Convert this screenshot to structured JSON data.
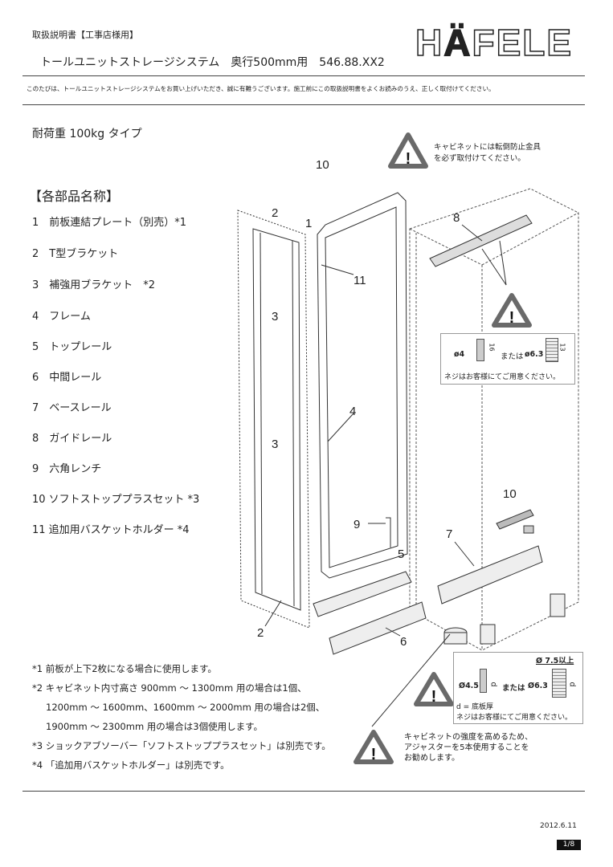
{
  "header": {
    "doc_type": "取扱説明書【工事店様用】",
    "title": "トールユニットストレージシステム　奥行500mm用　546.88.XX2",
    "logo_text": "HÄFELE",
    "intro": "このたびは、トールユニットストレージシステムをお買い上げいただき、誠に有難うございます。施工前にこの取扱説明書をよくお読みのうえ、正しく取付けてください。"
  },
  "load_type": "耐荷重 100kg タイプ",
  "parts_heading": "【各部品名称】",
  "parts": [
    "1　前板連結プレート（別売）*1",
    "2　T型ブラケット",
    "3　補強用ブラケット　*2",
    "4　フレーム",
    "5　トップレール",
    "6　中間レール",
    "7　ベースレール",
    "8　ガイドレール",
    "9　六角レンチ",
    "10 ソフトストッププラスセット *3",
    "11 追加用バスケットホルダー *4"
  ],
  "callouts": [
    "10",
    "2",
    "1",
    "8",
    "11",
    "3",
    "4",
    "3",
    "9",
    "10",
    "5",
    "7",
    "2",
    "6"
  ],
  "warnings": {
    "anti_tip": [
      "キャビネットには転倒防止金具",
      "を必ず取付けてください。"
    ],
    "adjuster": [
      "キャビネットの強度を高めるため、",
      "アジャスターを5本使用することを",
      "お勧めします。"
    ]
  },
  "screw_box_top": {
    "d1": "ø4",
    "len1": "16",
    "or": "または",
    "d2": "ø6.3",
    "len2": "13",
    "note": "ネジはお客様にてご用意ください。"
  },
  "screw_box_bottom": {
    "min": "Ø 7.5以上",
    "d1": "Ø4.5",
    "len": "d",
    "or": "または",
    "d2": "Ø6.3",
    "legend": "d = 底板厚",
    "note": "ネジはお客様にてご用意ください。"
  },
  "footnotes": [
    "*1 前板が上下2枚になる場合に使用します。",
    "*2 キャビネット内寸高さ 900mm ～ 1300mm 用の場合は1個、",
    "1200mm ～ 1600mm、1600mm ～ 2000mm 用の場合は2個、",
    "1900mm ～ 2300mm 用の場合は3個使用します。",
    "*3 ショックアブソーバー「ソフトストッププラスセット」は別売です。",
    "*4 「追加用バスケットホルダー」は別売です。"
  ],
  "footer": {
    "date": "2012.6.11",
    "page": "1/8"
  },
  "colors": {
    "warning_gray": "#6a6a6a",
    "line": "#444444"
  }
}
